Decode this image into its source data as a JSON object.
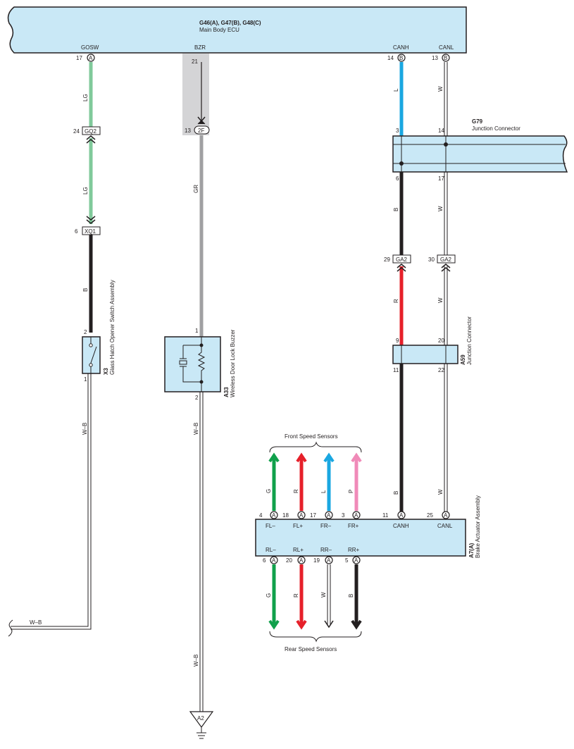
{
  "ecu": {
    "id": "G46(A), G47(B), G48(C)",
    "name": "Main Body ECU",
    "terminals": [
      {
        "name": "GOSW",
        "pin": "17",
        "conn": "A"
      },
      {
        "name": "BZR",
        "pin": "21",
        "conn": ""
      },
      {
        "name": "CANH",
        "pin": "14",
        "conn": "B"
      },
      {
        "name": "CANL",
        "pin": "13",
        "conn": "B"
      }
    ]
  },
  "colors": {
    "LG": "#80c99b",
    "GR": "#a0a0a2",
    "B": "#231f20",
    "L": "#1aa7e1",
    "W": "#ffffff",
    "R": "#e6202a",
    "G": "#10a04b",
    "P": "#f08ab8",
    "box_fill": "#c9e8f6",
    "shade": "#d4d4d6"
  },
  "wires": {
    "gosw_1": "LG",
    "gosw_2": "LG",
    "gosw_3": "B",
    "gosw_4": "W–B",
    "bzr_1": "GR",
    "bzr_2": "W–B",
    "canh_1": "L",
    "canh_2": "B",
    "canh_3": "R",
    "canh_4": "B",
    "canl_1": "W",
    "canl_2": "W",
    "canl_3": "W",
    "canl_4": "W",
    "ground_wire": "W–B"
  },
  "connectors": {
    "gq2": {
      "label": "GQ2",
      "pin": "24"
    },
    "xq1": {
      "label": "XQ1",
      "pin": "6"
    },
    "zf": {
      "label": "2F",
      "pin": "13"
    },
    "ga2_left": {
      "label": "GA2",
      "pin": "29"
    },
    "ga2_right": {
      "label": "GA2",
      "pin": "30"
    }
  },
  "g79": {
    "id": "G79",
    "name": "Junction Connector",
    "pins": [
      "3",
      "14",
      "6",
      "17"
    ]
  },
  "a59": {
    "id": "A59",
    "name": "Junction Connector",
    "pins": [
      "9",
      "20",
      "11",
      "22"
    ]
  },
  "x3": {
    "id": "X3",
    "name": "Glass Hatch Opener Switch Assembly",
    "pin_top": "2",
    "pin_bottom": "1"
  },
  "a33": {
    "id": "A33",
    "name": "Wireless Door Lock Buzzer",
    "pin_top": "1",
    "pin_bottom": "2"
  },
  "a7": {
    "id": "A7(A)",
    "name": "Brake Actuator Assembly",
    "top_terminals": [
      {
        "name": "FL–",
        "pin": "4",
        "wire": "G"
      },
      {
        "name": "FL+",
        "pin": "18",
        "wire": "R"
      },
      {
        "name": "FR–",
        "pin": "17",
        "wire": "L"
      },
      {
        "name": "FR+",
        "pin": "3",
        "wire": "P"
      },
      {
        "name": "CANH",
        "pin": "11",
        "wire": "B"
      },
      {
        "name": "CANL",
        "pin": "25",
        "wire": "W"
      }
    ],
    "bottom_terminals": [
      {
        "name": "RL–",
        "pin": "6",
        "wire": "G"
      },
      {
        "name": "RL+",
        "pin": "20",
        "wire": "R"
      },
      {
        "name": "RR–",
        "pin": "19",
        "wire": "W"
      },
      {
        "name": "RR+",
        "pin": "5",
        "wire": "B"
      }
    ],
    "conn": "A"
  },
  "front_sensors": "Front Speed Sensors",
  "rear_sensors": "Rear Speed Sensors",
  "ground": {
    "label": "A2"
  }
}
